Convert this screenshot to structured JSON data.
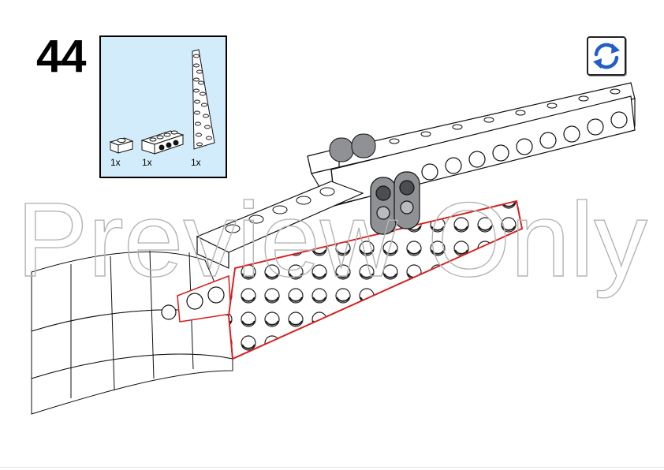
{
  "step": {
    "number": "44"
  },
  "parts": [
    {
      "id": "part-1x1-brick",
      "quantity": "1x"
    },
    {
      "id": "part-1x4-technic-brick",
      "quantity": "1x"
    },
    {
      "id": "part-wedge-plate",
      "quantity": "1x"
    }
  ],
  "controls": {
    "rotate_icon": "rotate-arrows-icon"
  },
  "watermark": {
    "text": "Preview Only"
  },
  "colors": {
    "parts_box_bg": "#d3ecfb",
    "rotate_blue": "#1f5fc7",
    "highlight_red": "#d6201e",
    "grey_pin": "#8f9194",
    "dark_grey_pin": "#4b4d50"
  }
}
